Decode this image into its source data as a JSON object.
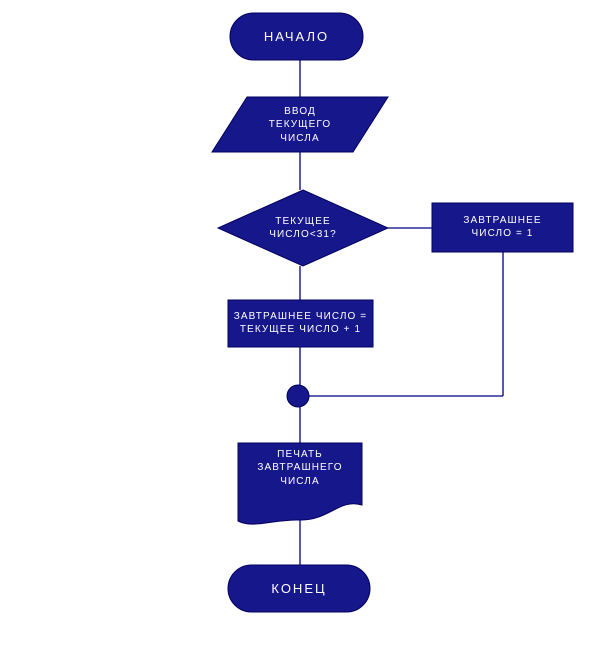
{
  "colors": {
    "background": "#ffffff",
    "shape_fill": "#17178c",
    "shape_stroke": "#000060",
    "line_color": "#000080",
    "text_color": "#ffffff"
  },
  "flowchart": {
    "type": "flowchart",
    "language": "ru",
    "nodes": [
      {
        "id": "start",
        "shape": "terminator",
        "label": "НАЧАЛО"
      },
      {
        "id": "input",
        "shape": "parallelogram",
        "label": "ВВОД\nТЕКУЩЕГО\nЧИСЛА"
      },
      {
        "id": "decision",
        "shape": "diamond",
        "label": "ТЕКУЩЕЕ\nЧИСЛО<31?"
      },
      {
        "id": "assign-one",
        "shape": "process",
        "label": "ЗАВТРАШНЕЕ\nЧИСЛО = 1"
      },
      {
        "id": "assign-inc",
        "shape": "process",
        "label": "ЗАВТРАШНЕЕ ЧИСЛО =\nТЕКУЩЕЕ ЧИСЛО + 1"
      },
      {
        "id": "junction",
        "shape": "connector-dot",
        "label": ""
      },
      {
        "id": "print",
        "shape": "document",
        "label": "ПЕЧАТЬ\nЗАВТРАШНЕГО\nЧИСЛА"
      },
      {
        "id": "end",
        "shape": "terminator",
        "label": "КОНЕЦ"
      }
    ],
    "connections": [
      {
        "from": "start",
        "to": "input"
      },
      {
        "from": "input",
        "to": "decision"
      },
      {
        "from": "decision",
        "to": "assign-one"
      },
      {
        "from": "decision",
        "to": "assign-inc"
      },
      {
        "from": "assign-one",
        "to": "junction"
      },
      {
        "from": "assign-inc",
        "to": "junction"
      },
      {
        "from": "junction",
        "to": "print"
      },
      {
        "from": "print",
        "to": "end"
      }
    ]
  }
}
